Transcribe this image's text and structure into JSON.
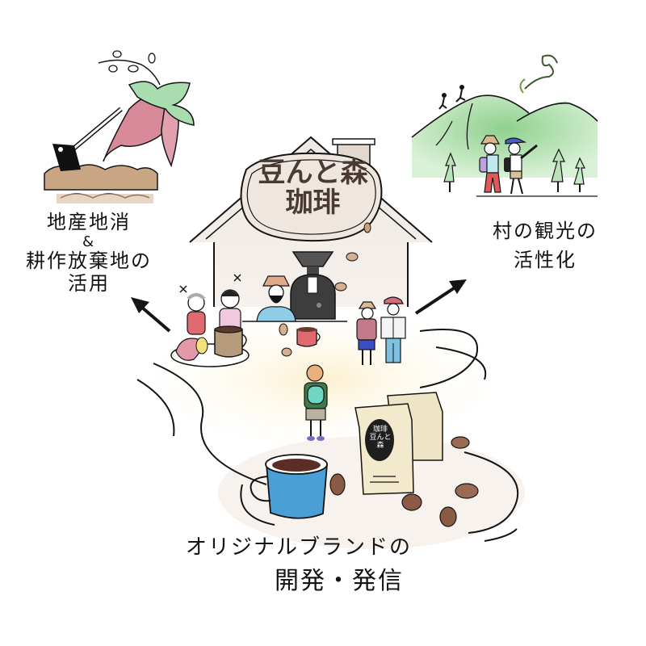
{
  "illustration": {
    "title": "豆んと森珈琲",
    "sign": {
      "line1": "豆んと森",
      "line2": "珈琲"
    },
    "bag_label": {
      "line1": "珈琲",
      "line2": "豆んと森"
    },
    "captions": {
      "left": {
        "line1": "地産地消",
        "line2": "&",
        "line3": "耕作放棄地の",
        "line4": "活用"
      },
      "right": {
        "line1": "村の観光の",
        "line2": "活性化"
      },
      "bottom": {
        "line1": "オリジナルブランドの",
        "line2": "開発・発信"
      }
    },
    "icons": [
      "hoe-icon",
      "sweet-potato-icon",
      "mountain-icon",
      "hikers-icon",
      "dragon-icon",
      "tree-icon",
      "house-icon",
      "coffee-roaster-icon",
      "coffee-cup-icon",
      "coffee-bean-icon",
      "coffee-bag-icon",
      "arrow-icon"
    ],
    "colors": {
      "ink": "#141414",
      "potato_pink": "#d98a9a",
      "leaf_green": "#8fcf9a",
      "mountain_green": "#9fd79a",
      "soil_brown": "#b08c6a",
      "mug_blue": "#4a9fd6",
      "bag_kraft": "#efe4c6",
      "bean_brown": "#8a5a44",
      "path_cream": "#fbf3d8",
      "house_grey": "#e9e2dc"
    }
  }
}
